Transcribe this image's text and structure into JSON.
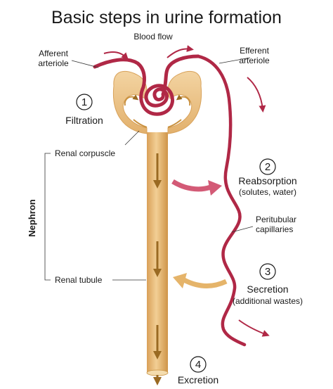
{
  "title": "Basic steps in urine formation",
  "labels": {
    "blood_flow": "Blood flow",
    "afferent_1": "Afferent",
    "afferent_2": "arteriole",
    "efferent_1": "Efferent",
    "efferent_2": "arteriole",
    "renal_corpuscle": "Renal corpuscle",
    "renal_tubule": "Renal tubule",
    "nephron": "Nephron",
    "peritubular_1": "Peritubular",
    "peritubular_2": "capillaries"
  },
  "steps": [
    {
      "number": "1",
      "name": "Filtration",
      "detail": ""
    },
    {
      "number": "2",
      "name": "Reabsorption",
      "detail": "(solutes, water)"
    },
    {
      "number": "3",
      "name": "Secretion",
      "detail": "(additional wastes)"
    },
    {
      "number": "4",
      "name": "Excretion",
      "detail": ""
    }
  ],
  "colors": {
    "vessel": "#b02846",
    "vessel_highlight": "#d9667d",
    "tubule": "#e8b878",
    "tubule_dark": "#c9913f",
    "flow_arrow": "#9a6a22",
    "reabsorption_arrow": "#d35a76",
    "secretion_arrow": "#e5b46a"
  }
}
